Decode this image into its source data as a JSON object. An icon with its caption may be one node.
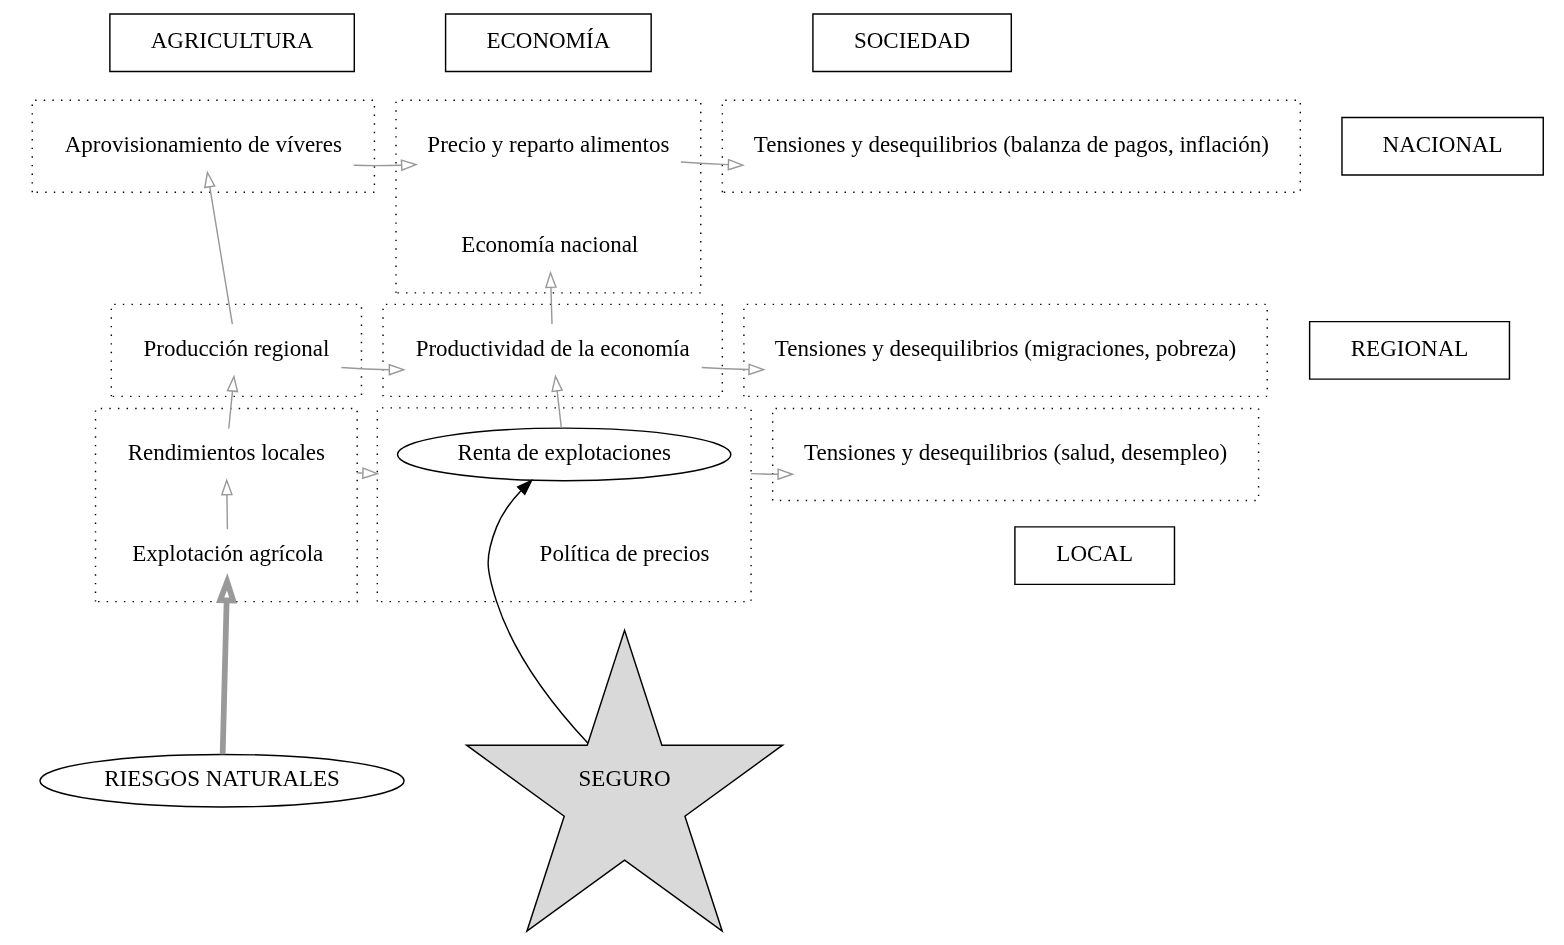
{
  "diagram": {
    "nodes": [
      {
        "text": [
          "AGRICULTURA"
        ]
      },
      {
        "text": [
          "ECONOMÍA"
        ]
      },
      {
        "text": [
          "SOCIEDAD"
        ]
      },
      {
        "text": [
          "NACIONAL"
        ]
      },
      {
        "text": [],
        "shape": "box"
      },
      {
        "text": [
          "Aprovisionamiento de víveres"
        ],
        "in": 4
      },
      {
        "text": [],
        "shape": "box"
      },
      {
        "text": [
          "Precio y reparto alimentos"
        ],
        "in": 6
      },
      {
        "text": [
          "Economía nacional"
        ],
        "in": 6
      },
      {
        "text": [],
        "shape": "box"
      },
      {
        "text": [
          "Tensiones y desequilibrios (balanza de pagos, inflación)"
        ],
        "in": 9
      },
      {
        "text": [
          "REGIONAL"
        ]
      },
      {
        "text": [],
        "shape": "box"
      },
      {
        "text": [
          "Producción regional"
        ],
        "in": 12
      },
      {
        "text": [],
        "shape": "box"
      },
      {
        "text": [
          "Productividad de la economía"
        ],
        "in": 14
      },
      {
        "text": [],
        "shape": "box"
      },
      {
        "text": [
          "Tensiones y desequilibrios (migraciones, pobreza)"
        ],
        "in": 16
      },
      {
        "text": [
          "LOCAL"
        ]
      },
      {
        "text": [],
        "shape": "box"
      },
      {
        "text": [
          "Rendimientos locales"
        ],
        "in": 19
      },
      {
        "text": [
          "Explotación agrícola"
        ],
        "in": 19
      },
      {
        "text": [],
        "shape": "box"
      },
      {
        "text": [
          "Renta de explotaciones"
        ],
        "in": 22
      },
      {
        "text": [
          "Política de precios"
        ],
        "in": 22
      },
      {
        "text": [],
        "shape": "box"
      },
      {
        "text": [
          "Tensiones y desequilibrios (salud, desempleo)"
        ],
        "in": 25
      },
      {
        "text": [
          "RIESGOS NATURALES"
        ]
      },
      {
        "text": [
          "SEGURO"
        ]
      }
    ],
    "edges": [
      {
        "from": 5,
        "to": 7,
        "arrow": "to"
      },
      {
        "from": 7,
        "to": 10,
        "arrow": "to"
      },
      {
        "from": 15,
        "to": 8,
        "arrow": "to"
      },
      {
        "from": 13,
        "to": 5,
        "arrow": "to"
      },
      {
        "from": 13,
        "to": 15,
        "arrow": "to"
      },
      {
        "from": 15,
        "to": 17,
        "arrow": "to"
      },
      {
        "from": 20,
        "to": 13,
        "arrow": "to"
      },
      {
        "from": 23,
        "to": 15,
        "arrow": "to"
      },
      {
        "from": 21,
        "to": 20,
        "arrow": "to"
      },
      {
        "from": 19,
        "to": 22,
        "arrow": "to"
      },
      {
        "from": 22,
        "to": 26,
        "arrow": "to"
      },
      {
        "from": 27,
        "to": 21,
        "arrow": "to",
        "style": "thick"
      },
      {
        "from": 28,
        "to": 23,
        "arrow": "to",
        "color": "#000000"
      }
    ]
  }
}
